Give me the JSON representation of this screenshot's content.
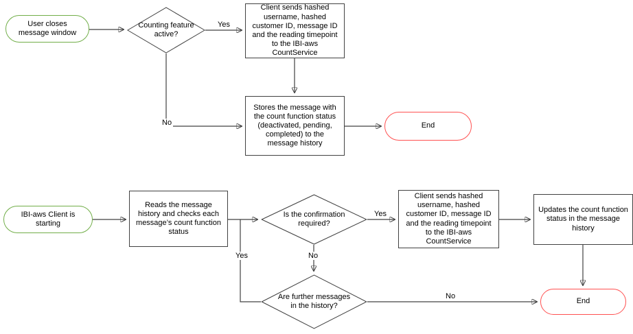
{
  "diagram": {
    "type": "flowchart",
    "colors": {
      "terminator_start_border": "#70ad47",
      "terminator_end_border": "#ff5050",
      "process_border": "#404040",
      "connector": "#404040",
      "shape_fill": "#ffffff",
      "text": "#000000"
    },
    "top_flow": {
      "start": {
        "label": "User closes message window"
      },
      "decision_counting": {
        "label": "Counting feature active?"
      },
      "process_client_sends": {
        "label": "Client sends hashed username, hashed customer ID, message ID and the reading timepoint to the IBI-aws CountService"
      },
      "process_stores": {
        "label": "Stores the message with the count function status (deactivated, pending, completed) to the message history"
      },
      "end": {
        "label": "End"
      },
      "edge_labels": {
        "yes": "Yes",
        "no": "No"
      }
    },
    "bottom_flow": {
      "start": {
        "label": "IBI-aws Client is starting"
      },
      "process_reads": {
        "label": "Reads the message history and checks each message’s count function status"
      },
      "decision_confirmation": {
        "label": "Is the confirmation required?"
      },
      "process_client_sends": {
        "label": "Client sends hashed username, hashed customer ID, message ID and the reading timepoint to the IBI-aws CountService"
      },
      "process_updates": {
        "label": "Updates the count function status in the message history"
      },
      "decision_further_messages": {
        "label": "Are further messages in the history?"
      },
      "end": {
        "label": "End"
      },
      "edge_labels": {
        "confirmation_yes": "Yes",
        "confirmation_no": "No",
        "further_yes": "Yes",
        "further_no": "No"
      }
    }
  }
}
